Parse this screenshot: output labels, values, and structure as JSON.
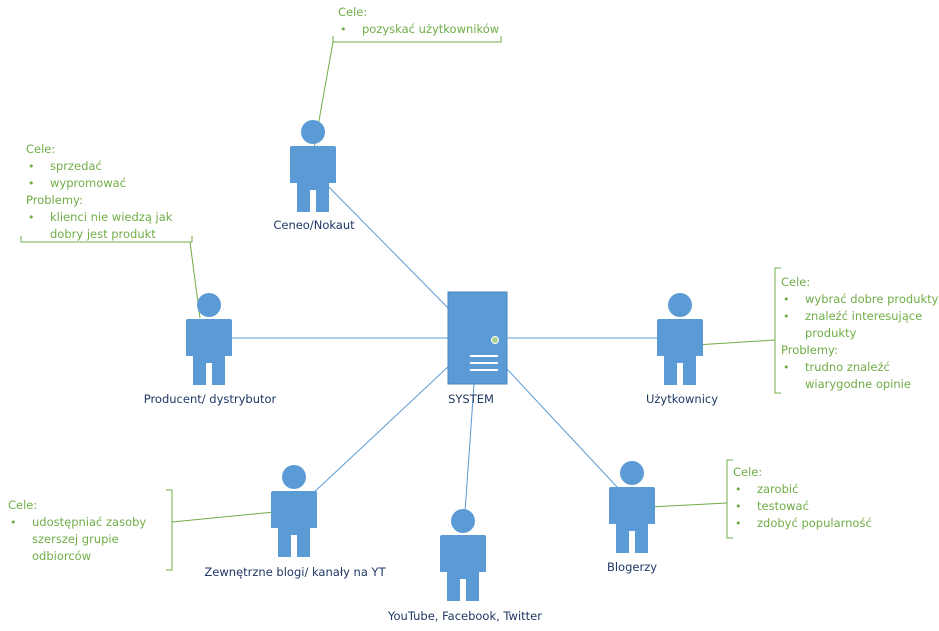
{
  "system": {
    "label": "SYSTEM"
  },
  "actors": {
    "ceneo": {
      "label": "Ceneo/Nokaut"
    },
    "producent": {
      "label": "Producent/ dystrybutor"
    },
    "uzytkownicy": {
      "label": "Użytkownicy"
    },
    "blogi": {
      "label": "Zewnętrzne blogi/ kanały na YT"
    },
    "youtube": {
      "label": "YouTube, Facebook, Twitter"
    },
    "blogerzy": {
      "label": "Blogerzy"
    }
  },
  "notes": {
    "ceneo": {
      "cele_header": "Cele:",
      "cele": [
        "pozyskać użytkowników"
      ]
    },
    "producent": {
      "cele_header": "Cele:",
      "cele": [
        "sprzedać",
        "wypromować"
      ],
      "problemy_header": "Problemy:",
      "problemy": [
        "klienci nie wiedzą jak",
        "dobry jest produkt"
      ]
    },
    "uzytkownicy": {
      "cele_header": "Cele:",
      "cele": [
        "wybrać dobre produkty",
        "znaleźć interesujące",
        "produkty"
      ],
      "problemy_header": "Problemy:",
      "problemy": [
        "trudno znaleźć",
        "wiarygodne opinie"
      ]
    },
    "blogi": {
      "cele_header": "Cele:",
      "cele": [
        "udostępniać zasoby",
        "szerszej grupie",
        "odbiorców"
      ]
    },
    "blogerzy": {
      "cele_header": "Cele:",
      "cele": [
        "zarobić",
        "testować",
        "zdobyć popularność"
      ]
    }
  },
  "colors": {
    "actor": "#5b9bd5",
    "line": "#5b9bd5",
    "note": "#70ad47",
    "label": "#1f3864"
  }
}
